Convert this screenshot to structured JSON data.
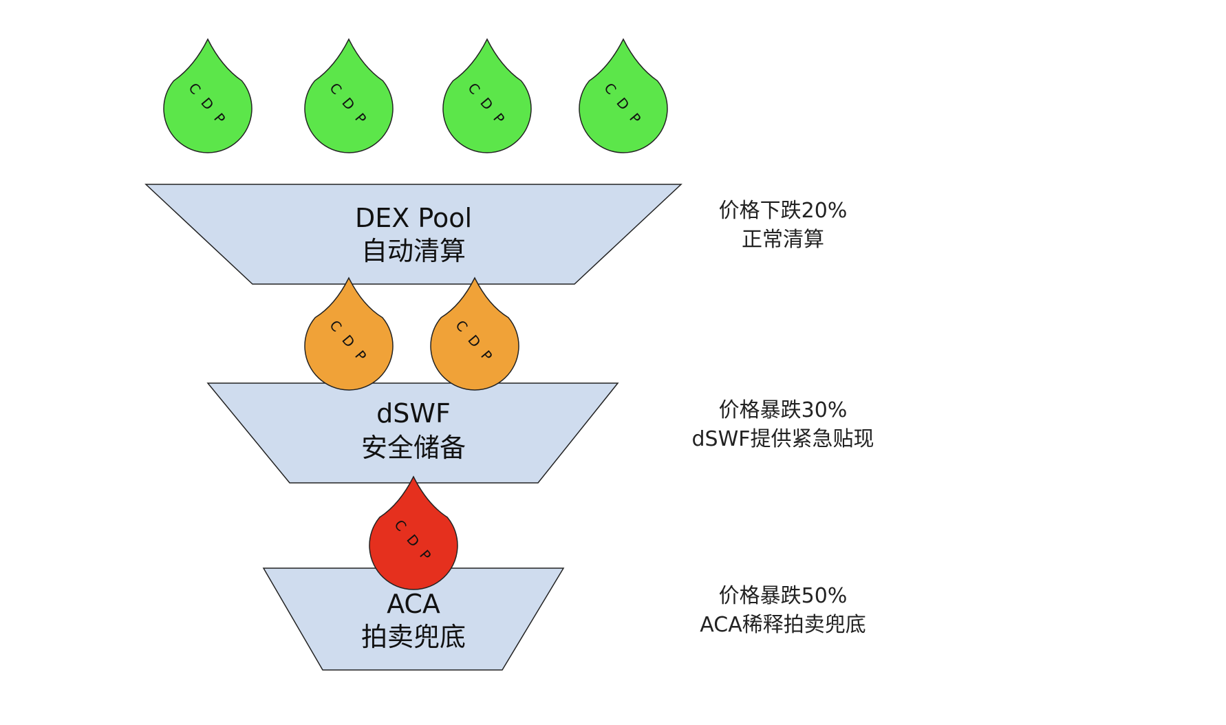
{
  "colors": {
    "stage_fill": "#cfdcee",
    "stage_stroke": "#222222",
    "drop_green": "#5ce64a",
    "drop_orange": "#f0a238",
    "drop_red": "#e5301e",
    "drop_stroke": "#222222",
    "text": "#111111"
  },
  "drop_label": "CDP",
  "stages": [
    {
      "title": "DEX Pool",
      "subtitle": "自动清算",
      "note_line1": "价格下跌20%",
      "note_line2": "正常清算"
    },
    {
      "title": "dSWF",
      "subtitle": "安全储备",
      "note_line1": "价格暴跌30%",
      "note_line2": "dSWF提供紧急贴现"
    },
    {
      "title": "ACA",
      "subtitle": "拍卖兜底",
      "note_line1": "价格暴跌50%",
      "note_line2": "ACA稀释拍卖兜底"
    }
  ],
  "drop_groups": [
    {
      "color_key": "drop_green",
      "count": 4
    },
    {
      "color_key": "drop_orange",
      "count": 2
    },
    {
      "color_key": "drop_red",
      "count": 1
    }
  ]
}
